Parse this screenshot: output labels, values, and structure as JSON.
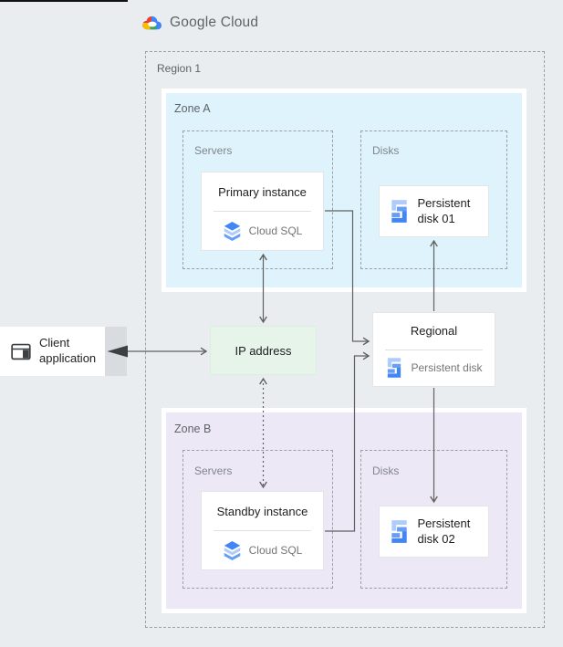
{
  "logo": {
    "text": "Google Cloud"
  },
  "region": {
    "label": "Region 1",
    "zone_a": {
      "label": "Zone A",
      "servers_label": "Servers",
      "disks_label": "Disks",
      "primary_instance": {
        "title": "Primary instance",
        "product": "Cloud SQL"
      },
      "disk": {
        "label": "Persistent disk 01"
      }
    },
    "zone_b": {
      "label": "Zone B",
      "servers_label": "Servers",
      "disks_label": "Disks",
      "standby_instance": {
        "title": "Standby instance",
        "product": "Cloud SQL"
      },
      "disk": {
        "label": "Persistent disk 02"
      }
    }
  },
  "ip_address": {
    "label": "IP address"
  },
  "regional_disk": {
    "title": "Regional",
    "subtitle": "Persistent disk"
  },
  "client": {
    "label": "Client application"
  },
  "colors": {
    "canvas_bg": "#e9edf0",
    "zone_a_bg": "#def3fc",
    "zone_b_bg": "#ede8f6",
    "ip_bg": "#e6f4ea",
    "card_bg": "#ffffff",
    "dashed_border": "#9aa0a6",
    "arrow": "#616161",
    "icon_blue_dark": "#4285f4",
    "icon_blue_mid": "#669df6",
    "icon_blue_light": "#aecbfa",
    "logo_red": "#ea4335",
    "logo_yellow": "#fbbc04",
    "logo_green": "#34a853",
    "logo_blue": "#4285f4",
    "logo_text_gray": "#5f6368"
  }
}
